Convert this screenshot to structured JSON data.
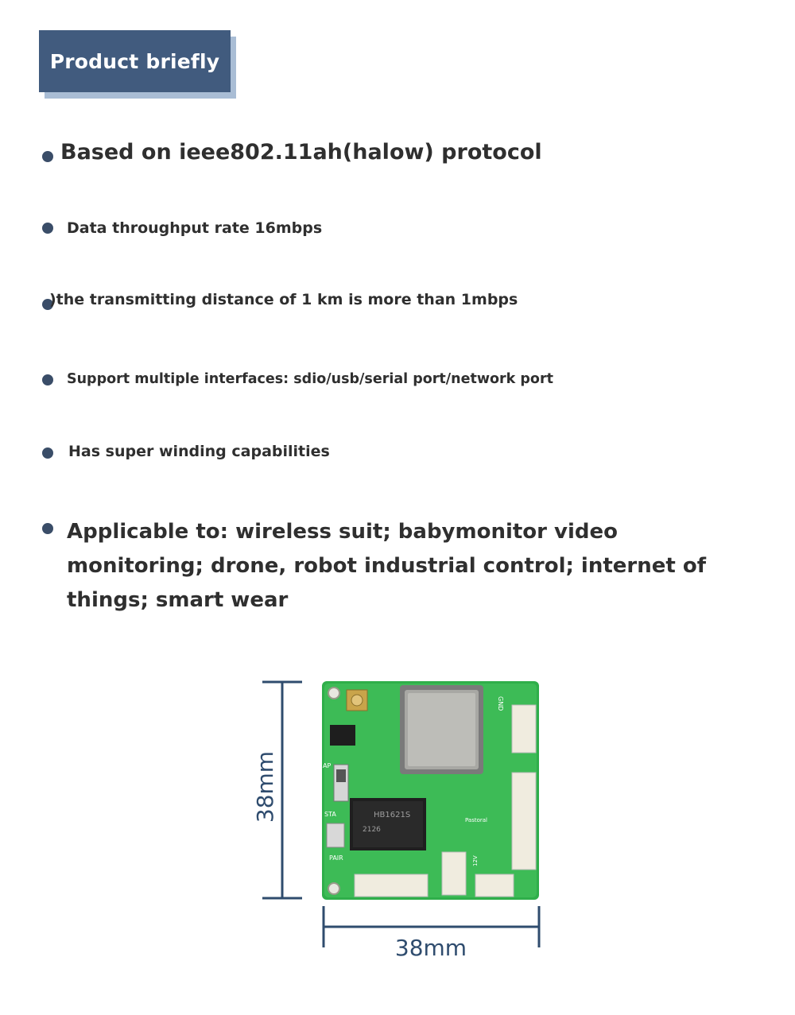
{
  "header": {
    "title": "Product briefly"
  },
  "features": [
    {
      "text": "Based on ieee802.11ah(halow) protocol"
    },
    {
      "text": "Data throughput rate 16mbps"
    },
    {
      "text": ")the transmitting distance of 1 km is more than 1mbps"
    },
    {
      "text": "Support multiple interfaces: sdio/usb/serial port/network port"
    },
    {
      "text": "Has super winding capabilities"
    },
    {
      "text": "Applicable to: wireless suit; babymonitor video monitoring; drone, robot industrial control; internet of things; smart wear"
    }
  ],
  "dimensions": {
    "height_label": "38mm",
    "width_label": "38mm"
  },
  "board": {
    "chip_text_1": "HB1621S",
    "chip_text_2": "2126",
    "silk_gnd": "GND",
    "silk_sta": "STA",
    "silk_pair": "PAIR",
    "silk_brand": "Pastoral",
    "silk_ap": "AP",
    "silk_12v": "12V"
  },
  "colors": {
    "header_bg": "#415b7e",
    "header_shadow": "#a9bdd5",
    "bullet": "#3a4d68",
    "pcb": "#2fae4a",
    "dim_line": "#2f4c6e"
  }
}
